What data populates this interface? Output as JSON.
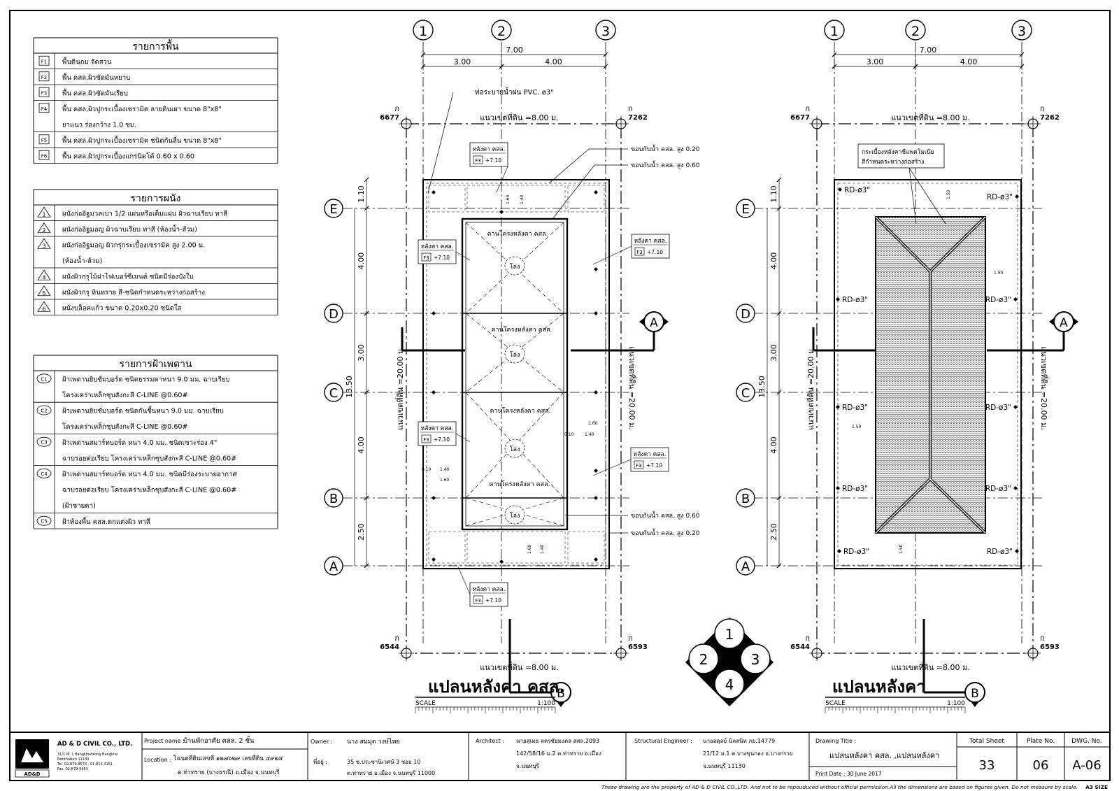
{
  "floor_table": {
    "title": "รายการพื้น",
    "items": [
      {
        "code": "F1",
        "lines": [
          "พื้นดินถม จัดสวน"
        ]
      },
      {
        "code": "F2",
        "lines": [
          "พื้น คสล.ผิวขัดมันหยาบ"
        ]
      },
      {
        "code": "F3",
        "lines": [
          "พื้น คสล.ผิวขัดมันเรียบ"
        ]
      },
      {
        "code": "F4",
        "lines": [
          "พื้น คสล.ผิวปูกระเบื้องเซรามิค ลายดินเผา ขนาด  8\"x8\"",
          "ยาแนว ร่องกว้าง 1.0 ซม."
        ]
      },
      {
        "code": "F5",
        "lines": [
          "พื้น คสล.ผิวปูกระเบื้องเซรามิค ชนิดกันลื่น ขนาด 8\"x8\""
        ]
      },
      {
        "code": "F6",
        "lines": [
          "พื้น คสล.ผิวปูกระเบื้องแกรนิตโต้ 0.60 x 0.60"
        ]
      }
    ]
  },
  "wall_table": {
    "title": "รายการผนัง",
    "items": [
      {
        "code": "1",
        "lines": [
          "ผนังก่ออิฐมวลเบา 1/2 แผ่นหรือเต็มแผ่น ผิวฉาบเรียบ ทาสี"
        ]
      },
      {
        "code": "2",
        "lines": [
          "ผนังก่ออิฐมอญ ผิวฉาบเรียบ ทาสี (ห้องน้ำ-ส้วม)"
        ]
      },
      {
        "code": "3",
        "lines": [
          "ผนังก่ออิฐมอญ ผิวกรุกระเบื้องเซรามิค สูง 2.00 ม.",
          "(ห้องน้ำ-ส้วม)"
        ]
      },
      {
        "code": "4",
        "lines": [
          "ผนังผิวกรุไม้ฝาไฟเบอร์ซีเมนต์ ชนิดมีร่องบังใบ"
        ]
      },
      {
        "code": "5",
        "lines": [
          "ผนังผิวกรุ หินทราย สี-ชนิดกำหนดระหว่างก่อสร้าง"
        ]
      },
      {
        "code": "6",
        "lines": [
          "ผนังบล็อคแก้ว ขนาด 0.20x0.20 ชนิดใส"
        ]
      }
    ]
  },
  "ceiling_table": {
    "title": "รายการฝ้าเพดาน",
    "items": [
      {
        "code": "C1",
        "lines": [
          "ฝ้าเพดานยิบซั่มบอร์ด ชนิดธรรมดาหนา 9.0 มม. ฉาบเรียบ",
          "โครงเคร่าเหล็กชุบสังกะสี C-LINE @0.60#"
        ]
      },
      {
        "code": "C2",
        "lines": [
          "ฝ้าเพดานยิบซั่มบอร์ด ชนิดกันชื้นหนา 9.0 มม. ฉาบเรียบ",
          "โครงเคร่าเหล็กชุบสังกะสี C-LINE @0.60#"
        ]
      },
      {
        "code": "C3",
        "lines": [
          "ฝ้าเพดานสมาร์ทบอร์ด หนา 4.0 มม. ชนิดเซาะร่อง 4\"",
          "ฉาบรอยต่อเรียบ โครงเคร่าเหล็กชุบสังกะสี C-LINE @0.60#"
        ]
      },
      {
        "code": "C4",
        "lines": [
          "ฝ้าเพดานสมาร์ทบอร์ด หนา 4.0 มม. ชนิดมีร่องระบายอากาศ",
          "ฉาบรอยต่อเรียบ โครงเคร่าเหล็กชุบสังกะสี C-LINE @0.60#",
          "(ฝ้าชายคา)"
        ]
      },
      {
        "code": "C5",
        "lines": [
          "ฝ้าท้องพื้น คสล.ตกแต่งผิว ทาสี"
        ]
      }
    ]
  },
  "plan1": {
    "title": "แปลนหลังคา คสล.",
    "scale_label": "SCALE",
    "scale_value": "1:100",
    "grid_cols": [
      "1",
      "2",
      "3"
    ],
    "grid_rows": [
      "E",
      "D",
      "C",
      "B",
      "A"
    ],
    "dim_total": "7.00",
    "dim_a": "3.00",
    "dim_b": "4.00",
    "dim_rows": [
      "1.10",
      "4.00",
      "3.00",
      "4.00",
      "2.50"
    ],
    "dim_overall": "13.50",
    "boundary": "แนวเขตที่ดิน =8.00 ม.",
    "boundary_side": "แนวเขตที่ดิน =20.00 ม.",
    "corner_k": "ก",
    "corner_tl": "6677",
    "corner_tr": "7262",
    "corner_bl": "6544",
    "corner_br": "6593",
    "pipe_note": "ท่อระบายน้ำฝน PVC. ø3\"",
    "roof_tag": "หลังคา คสล.",
    "roof_code": "F3",
    "roof_level": "+7.10",
    "curb_020": "ขอบกันน้ำ คสล. สูง 0.20",
    "curb_060": "ขอบกันน้ำ คสล. สูง 0.60",
    "beam": "คานโครงหลังคา คสล.",
    "void": "โล่ง",
    "dim_160": "1.60",
    "dim_140": "1.40",
    "dim_010": "0.10",
    "section_a": "A",
    "section_b": "B"
  },
  "plan2": {
    "title": "แปลนหลังคา",
    "scale_label": "SCALE",
    "scale_value": "1:100",
    "tile_note_1": "กระเบื้องหลังคาชีแพคโมเนีย",
    "tile_note_2": "สีกำหนดระหว่างก่อสร้าง",
    "rd": "RD-ø3\"",
    "dim_150": "1.50"
  },
  "key_plan": [
    "1",
    "2",
    "3",
    "4"
  ],
  "title_block": {
    "company": "AD & D CIVIL CO., LTD.",
    "company_addr": [
      "31/1  M. 1 Bangkhunkong  Bangkrai",
      "Nonthaburi 11130",
      "Tel. 02-879-8573 , 01-813-3151",
      "Fax. 02-879-9453"
    ],
    "logo_text": "AD&D",
    "project_label": "Project name :",
    "project_value": "บ้านพักอาศัย คสล. 2 ชั้น",
    "location_label": "Location :",
    "location_lines": [
      "โฉนดที่ดินเลขที่ ๑๒๗๖๒๙ เลขที่ดิน ๔๙๒๔",
      "ต.ท่าทราย (บางธรณี) อ.เมือง จ.นนทบุรี"
    ],
    "owner_label": "Owner :",
    "owner_value": "นาง สมมุด วงษ์ไทย",
    "address_label": "ที่อยู่ :",
    "address_lines": [
      "35 ซ.ประชานิเวศน์ 3 ซอย 10",
      "ต.ท่าทราย อ.เมือง จ.นนทบุรี 11000"
    ],
    "architect_label": "Architect :",
    "architect_lines": [
      "นายสุเมธ ลครชัยมงคล สสถ.2093",
      "142/58/16 ม.2 ต.ท่าทราย อ.เมือง",
      "จ.นนทบุรี"
    ],
    "engineer_label": "Structural Engineer :",
    "engineer_lines": [
      "นายอดุลย์ นิลสนิท ภย.14779",
      "21/12 ม.1 ต.บางขุนกอง อ.บางกรวย",
      "จ.นนทบุรี 11130"
    ],
    "drawing_title_label": "Drawing Title :",
    "drawing_title_value": "แปลนหลังคา คสล. ,แปลนหลังคา",
    "print_date": "Print Date :  30 June 2017",
    "total_sheet_label": "Total Sheet",
    "total_sheet_value": "33",
    "plate_label": "Plate No.",
    "plate_value": "06",
    "dwg_label": "DWG. No.",
    "dwg_value": "A-06"
  },
  "disclaimer": "These drawing are the property of AD & D CIVIL CO.,LTD. And not to be repouduced without official permission.All the dimensions are based on figures given. Do not measure by scale.",
  "sheet_size": "A3 SIZE"
}
